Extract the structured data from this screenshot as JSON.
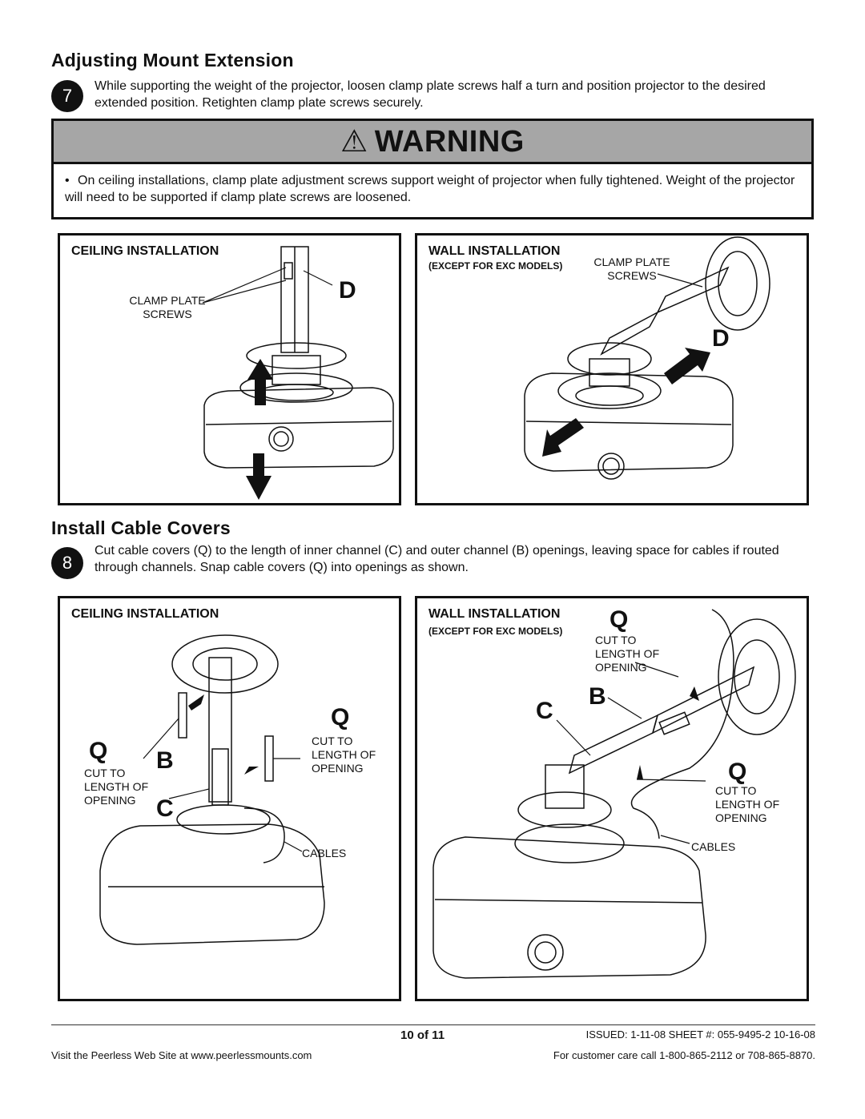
{
  "section1": {
    "title": "Adjusting  Mount  Extension",
    "step": "7",
    "text": "While supporting the weight of the projector, loosen clamp plate screws half a turn and position projector to the desired extended position. Retighten clamp plate screws securely."
  },
  "warning": {
    "symbol": "⚠",
    "title": "WARNING",
    "bullet": "•",
    "text": "On ceiling installations, clamp plate adjustment screws support weight of projector when fully tightened. Weight of the projector will need to be supported if clamp plate screws are  loosened."
  },
  "fig7_ceiling": {
    "title": "CEILING INSTALLATION",
    "label_clamp_1": "CLAMP PLATE",
    "label_clamp_2": "SCREWS",
    "callout": "D"
  },
  "fig7_wall": {
    "title": "WALL INSTALLATION",
    "subtitle": "(EXCEPT FOR EXC MODELS)",
    "label_clamp_1": "CLAMP PLATE",
    "label_clamp_2": "SCREWS",
    "callout": "D"
  },
  "section2": {
    "title": "Install  Cable  Covers",
    "step": "8",
    "text": "Cut cable covers (Q) to the length of inner channel (C) and outer channel (B) openings, leaving space for cables if routed through channels. Snap cable covers (Q) into openings as shown."
  },
  "fig8_ceiling": {
    "title": "CEILING INSTALLATION",
    "callout_q_left": "Q",
    "callout_q_right": "Q",
    "callout_b": "B",
    "callout_c": "C",
    "cut_left": [
      "CUT TO",
      "LENGTH OF",
      "OPENING"
    ],
    "cut_right": [
      "CUT TO",
      "LENGTH OF",
      "OPENING"
    ],
    "cables": "CABLES"
  },
  "fig8_wall": {
    "title": "WALL INSTALLATION",
    "subtitle": "(EXCEPT FOR EXC MODELS)",
    "callout_q_top": "Q",
    "callout_q_right": "Q",
    "callout_b": "B",
    "callout_c": "C",
    "cut_top": [
      "CUT TO",
      "LENGTH OF",
      "OPENING"
    ],
    "cut_right": [
      "CUT TO",
      "LENGTH OF",
      "OPENING"
    ],
    "cables": "CABLES"
  },
  "footer": {
    "page": "10 of 11",
    "issued": "ISSUED: 1-11-08 SHEET #: 055-9495-2  10-16-08",
    "website": "Visit  the  Peerless  Web  Site  at  www.peerlessmounts.com",
    "care": "For customer care call 1-800-865-2112 or 708-865-8870."
  }
}
